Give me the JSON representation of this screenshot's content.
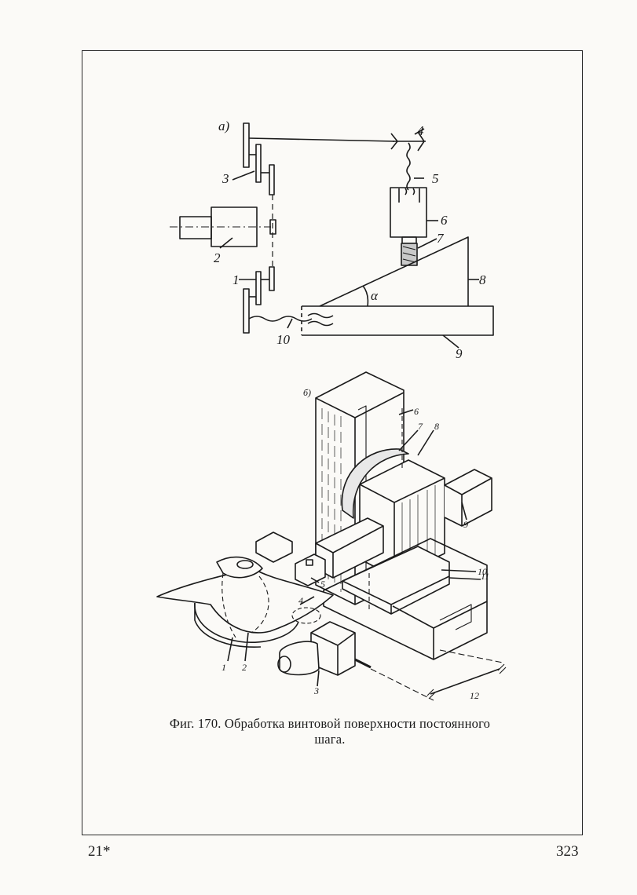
{
  "figure": {
    "part_a": {
      "panel_label": "а)",
      "labels": [
        "1",
        "2",
        "3",
        "4",
        "5",
        "6",
        "7",
        "8",
        "9",
        "10"
      ],
      "angle_label": "α"
    },
    "part_b": {
      "panel_label": "б)",
      "labels": [
        "1",
        "2",
        "3",
        "4",
        "5",
        "6",
        "7",
        "8",
        "9",
        "10",
        "11",
        "12"
      ]
    }
  },
  "caption": {
    "line1": "Фиг. 170. Обработка винтовой поверхности постоянного",
    "line2": "шага."
  },
  "footer": {
    "signature_mark": "21*",
    "page_number": "323"
  }
}
